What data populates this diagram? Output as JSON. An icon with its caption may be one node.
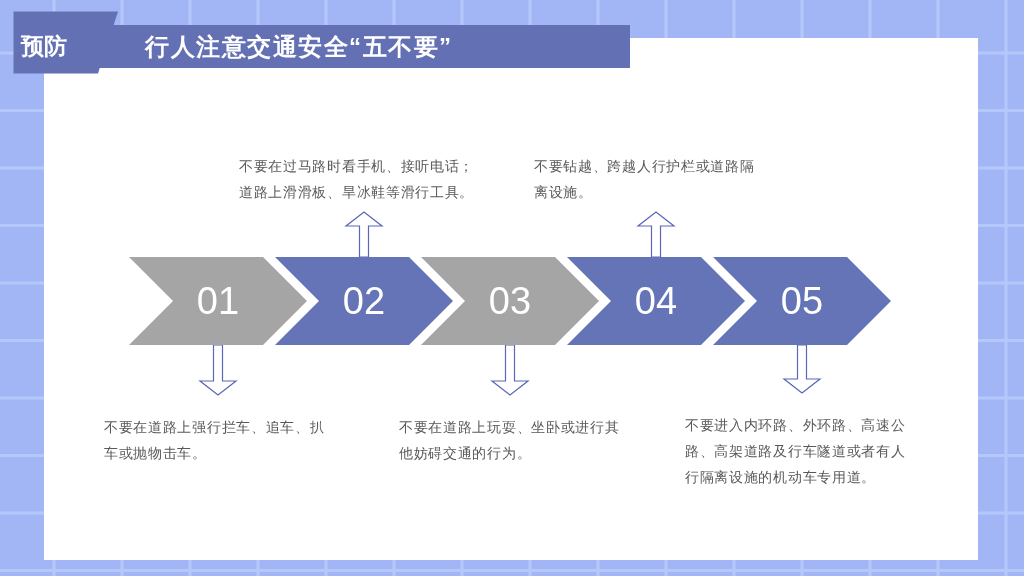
{
  "diagram": {
    "title": "行人注意交通安全“五不要”",
    "nodes": [
      {
        "text": [
          "不要在过马路时看手机、接听电话；道路上滑滑板、旱冰鞋等滑行工具。"
        ]
      },
      {
        "text": [
          "不要钻越、跨越人行护栏或道路隔离设施。"
        ]
      },
      {
        "text": [
          "01"
        ]
      },
      {
        "text": [
          "02"
        ]
      },
      {
        "text": [
          "03"
        ]
      },
      {
        "text": [
          "04"
        ]
      },
      {
        "text": [
          "05"
        ]
      },
      {
        "text": [
          "不要在道路上强行拦车、追车、扒车或抛物击车。"
        ]
      },
      {
        "text": [
          "不要在道路上玩耍、坐卧或进行其他妨碍交通的行为。"
        ]
      },
      {
        "text": [
          "不要进入内环路、外环路、高速公路、高架道路及行车隧道或者有人行隔离设施的机动车专用道。"
        ]
      }
    ],
    "edges": [
      {
        "from": 3,
        "to": 0,
        "arrow": "to"
      },
      {
        "from": 5,
        "to": 1,
        "arrow": "to"
      },
      {
        "from": 2,
        "to": 7,
        "arrow": "to"
      },
      {
        "from": 4,
        "to": 8,
        "arrow": "to"
      },
      {
        "from": 6,
        "to": 9,
        "arrow": "to"
      }
    ],
    "labels": [
      "预防"
    ]
  }
}
